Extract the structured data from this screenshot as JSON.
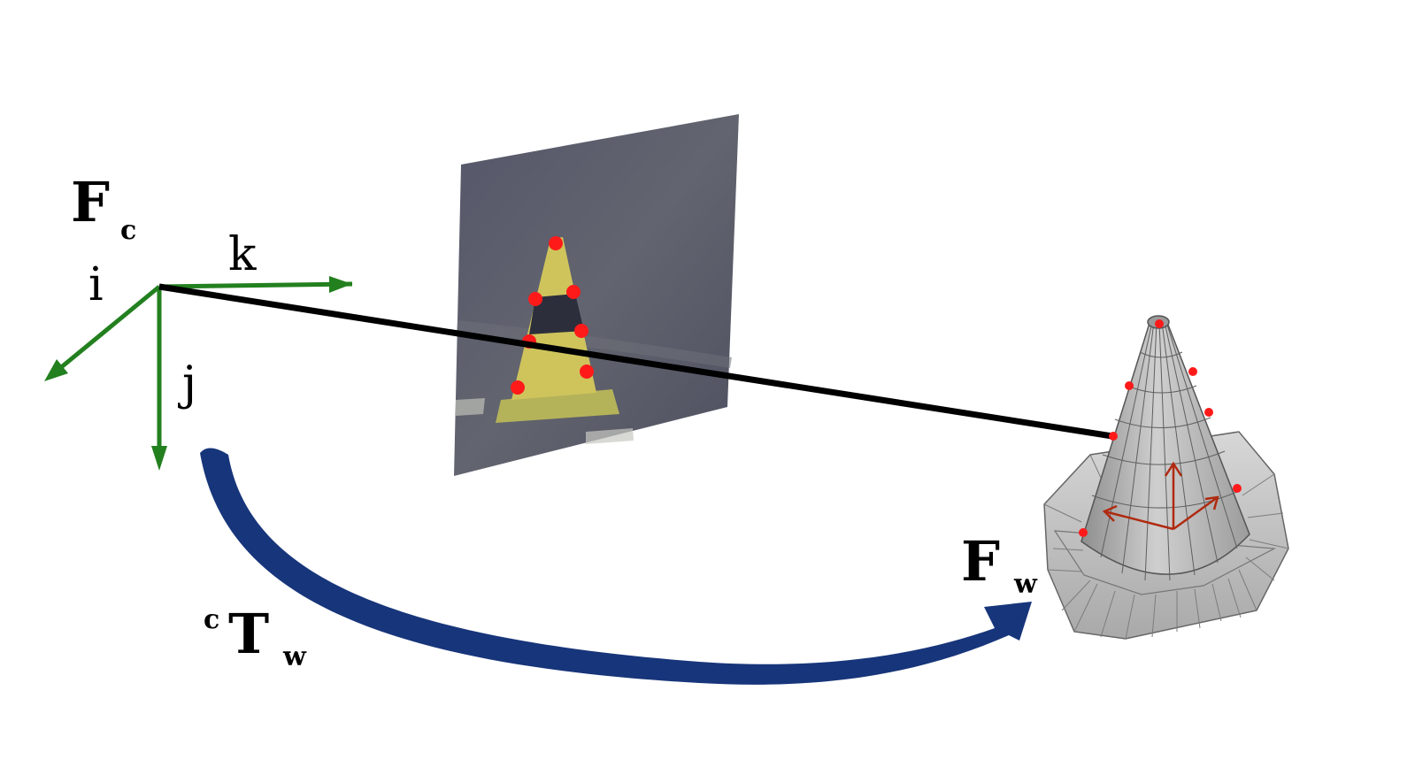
{
  "camera_frame": {
    "symbol": "F",
    "subscript": "c"
  },
  "axes": {
    "i": "i",
    "j": "j",
    "k": "k"
  },
  "world_frame": {
    "symbol": "F",
    "subscript": "w"
  },
  "transform": {
    "superscript": "c",
    "symbol": "T",
    "subscript": "w"
  },
  "colors": {
    "camera_axes": "#23801f",
    "projection_ray": "#000000",
    "transform_arrow": "#17357a",
    "keypoints": "#ff1a1a",
    "cone_axes": "#b02a10",
    "image_plane": "#5d5f6c",
    "cone_mesh": "#b8b8b8"
  },
  "icons": [
    "coordinate-axes-icon",
    "projection-ray",
    "image-plane",
    "traffic-cone-model",
    "curved-arrow-icon"
  ]
}
